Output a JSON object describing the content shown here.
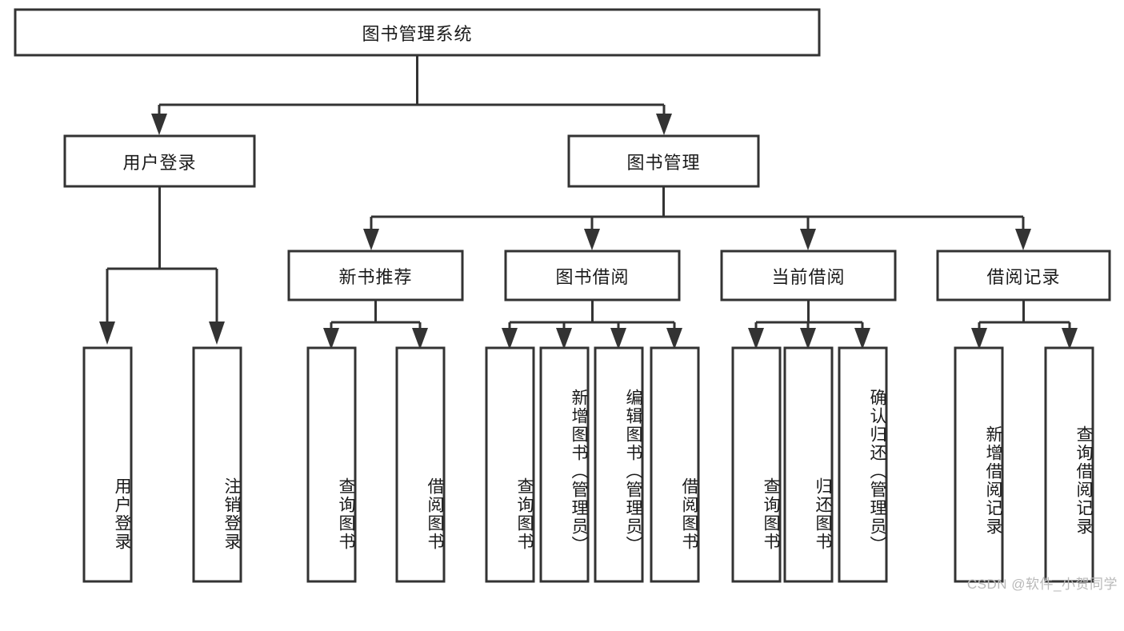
{
  "diagram": {
    "type": "tree-hierarchy",
    "title": "图书管理系统",
    "watermark": "CSDN @软件_小贺同学",
    "colors": {
      "box_stroke": "#333333",
      "box_fill": "#ffffff",
      "text": "#1a1a1a",
      "background": "#ffffff",
      "watermark": "#b9b9b9"
    },
    "root": {
      "id": "root",
      "label": "图书管理系统"
    },
    "level2": [
      {
        "id": "user-login",
        "label": "用户登录"
      },
      {
        "id": "book-manage",
        "label": "图书管理"
      }
    ],
    "level3": [
      {
        "id": "new-book-recommend",
        "label": "新书推荐",
        "parent": "book-manage"
      },
      {
        "id": "book-borrow",
        "label": "图书借阅",
        "parent": "book-manage"
      },
      {
        "id": "current-borrow",
        "label": "当前借阅",
        "parent": "book-manage"
      },
      {
        "id": "borrow-record",
        "label": "借阅记录",
        "parent": "book-manage"
      }
    ],
    "leaves": {
      "user_login": [
        {
          "id": "leaf-user-login",
          "label": "用户登录"
        },
        {
          "id": "leaf-logout-login",
          "label": "注销登录"
        }
      ],
      "new_book_recommend": [
        {
          "id": "leaf-query-book-1",
          "label": "查询图书"
        },
        {
          "id": "leaf-borrow-book-1",
          "label": "借阅图书"
        }
      ],
      "book_borrow": [
        {
          "id": "leaf-query-book-2",
          "label": "查询图书"
        },
        {
          "id": "leaf-add-book",
          "label": "新增图书（管理员）"
        },
        {
          "id": "leaf-edit-book",
          "label": "编辑图书（管理员）"
        },
        {
          "id": "leaf-borrow-book-2",
          "label": "借阅图书"
        }
      ],
      "current_borrow": [
        {
          "id": "leaf-query-book-3",
          "label": "查询图书"
        },
        {
          "id": "leaf-return-book",
          "label": "归还图书"
        },
        {
          "id": "leaf-confirm-return",
          "label": "确认归还（管理员）"
        }
      ],
      "borrow_record": [
        {
          "id": "leaf-add-record",
          "label": "新增借阅记录"
        },
        {
          "id": "leaf-query-record",
          "label": "查询借阅记录"
        }
      ]
    }
  }
}
